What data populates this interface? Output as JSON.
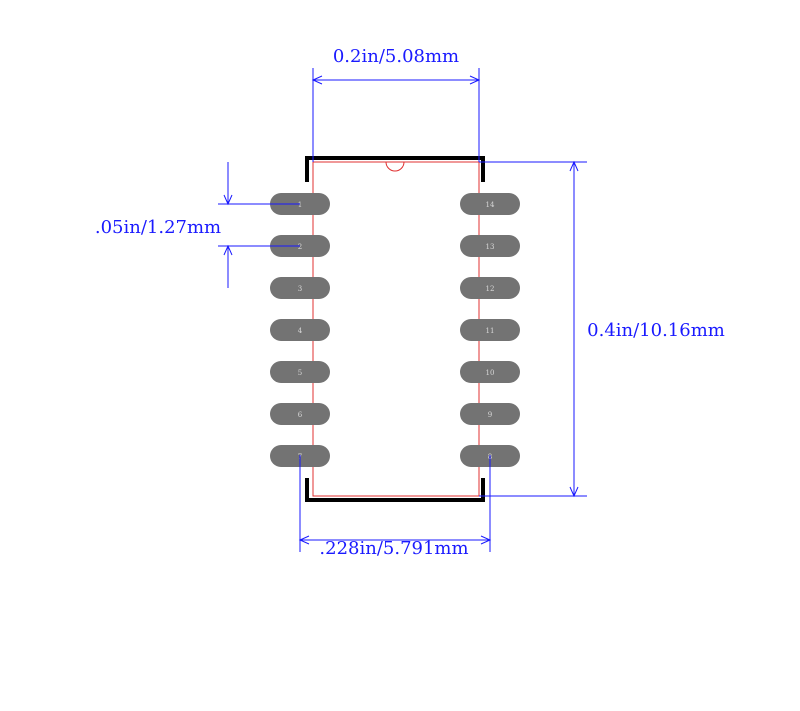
{
  "dimensions": {
    "top_width": "0.2in/5.08mm",
    "pitch": ".05in/1.27mm",
    "height": "0.4in/10.16mm",
    "overall_width": ".228in/5.791mm"
  },
  "pins": {
    "left": [
      "1",
      "2",
      "3",
      "4",
      "5",
      "6",
      "7"
    ],
    "right": [
      "14",
      "13",
      "12",
      "11",
      "10",
      "9",
      "8"
    ]
  },
  "colors": {
    "dimension": "#1a1aff",
    "pad": "#737373",
    "body_outline": "#e03030",
    "silkscreen": "#000000",
    "pad_label": "#d8d8d8"
  }
}
